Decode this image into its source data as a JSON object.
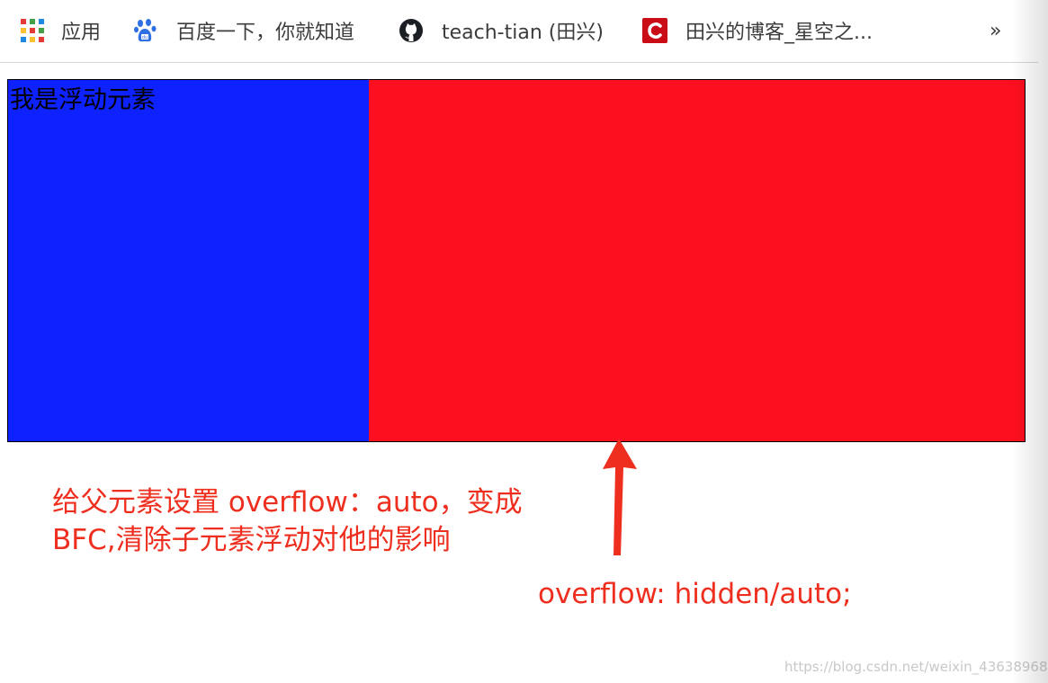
{
  "bookmarks": {
    "items": [
      {
        "label": "应用",
        "icon": "apps-grid-icon"
      },
      {
        "label": "百度一下，你就知道",
        "icon": "baidu-paw-icon"
      },
      {
        "label": "teach-tian (田兴)",
        "icon": "github-icon"
      },
      {
        "label": "田兴的博客_星空之...",
        "icon": "csdn-icon"
      }
    ],
    "more_label": "»"
  },
  "demo": {
    "float_text": "我是浮动元素",
    "float_color": "#0d22fe",
    "parent_color": "#fc0f1e"
  },
  "annotations": {
    "line1": "给父元素设置 overflow：auto，变成",
    "line2": "BFC,清除子元素浮动对他的影响",
    "code": "overflow: hidden/auto;",
    "color": "#ee2e1e"
  },
  "watermark": "https://blog.csdn.net/weixin_43638968"
}
